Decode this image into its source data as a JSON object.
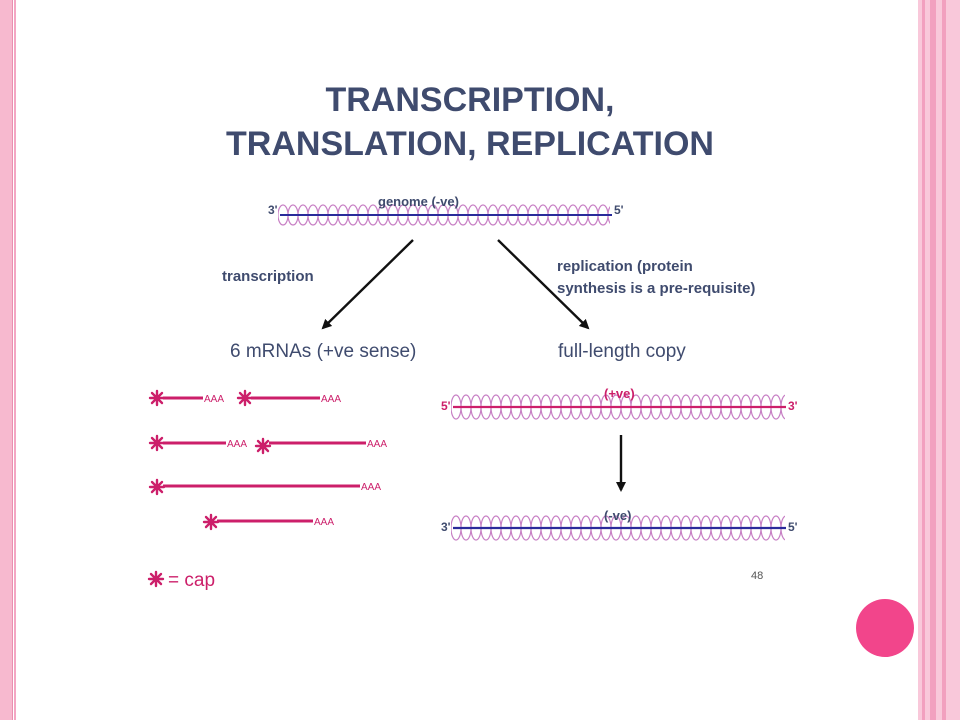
{
  "slide": {
    "title_line1": "TRANSCRIPTION,",
    "title_line2": "TRANSLATION, REPLICATION",
    "page_number": "48"
  },
  "diagram": {
    "genome_label": "genome (-ve)",
    "genome_end_left": "3'",
    "genome_end_right": "5'",
    "left_arrow_label": "transcription",
    "right_arrow_label_line1": "replication (protein",
    "right_arrow_label_line2": "synthesis is a pre-requisite)",
    "left_result": "6 mRNAs (+ve sense)",
    "right_result": "full-length copy",
    "poly_a": "AAA",
    "positive_strand_label": "(+ve)",
    "positive_end_left": "5'",
    "positive_end_right": "3'",
    "negative_strand_label": "(-ve)",
    "negative_end_left": "3'",
    "negative_end_right": "5'",
    "cap_legend": "= cap"
  },
  "colors": {
    "title": "#3f4b6e",
    "strand_axis": "#2a2a9a",
    "strand_coil": "#c77fc4",
    "mrna": "#cc1f6a",
    "frame_pink": "#f7b9cf",
    "dot": "#f2458b"
  }
}
